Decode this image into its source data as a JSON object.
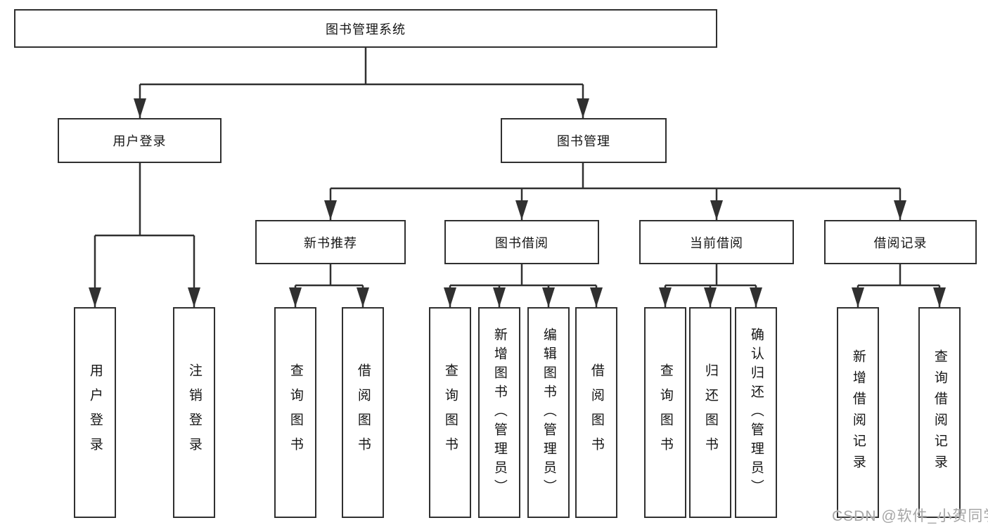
{
  "diagram": {
    "root_label": "图书管理系统",
    "branches": [
      {
        "label": "用户登录",
        "children": [
          {
            "label": "用户登录"
          },
          {
            "label": "注销登录"
          }
        ]
      },
      {
        "label": "图书管理",
        "groups": [
          {
            "label": "新书推荐",
            "children": [
              {
                "label": "查询图书"
              },
              {
                "label": "借阅图书"
              }
            ]
          },
          {
            "label": "图书借阅",
            "children": [
              {
                "label": "查询图书"
              },
              {
                "label": "新增图书（管理员）"
              },
              {
                "label": "编辑图书（管理员）"
              },
              {
                "label": "借阅图书"
              }
            ]
          },
          {
            "label": "当前借阅",
            "children": [
              {
                "label": "查询图书"
              },
              {
                "label": "归还图书"
              },
              {
                "label": "确认归还（管理员）"
              }
            ]
          },
          {
            "label": "借阅记录",
            "children": [
              {
                "label": "新增借阅记录"
              },
              {
                "label": "查询借阅记录"
              }
            ]
          }
        ]
      }
    ]
  },
  "watermark": {
    "text": "CSDN @软件_小贺同学"
  },
  "colors": {
    "line": "#303030",
    "box_border": "#303030",
    "text": "#151515",
    "watermark": "#a6a6a6",
    "background": "#ffffff"
  }
}
